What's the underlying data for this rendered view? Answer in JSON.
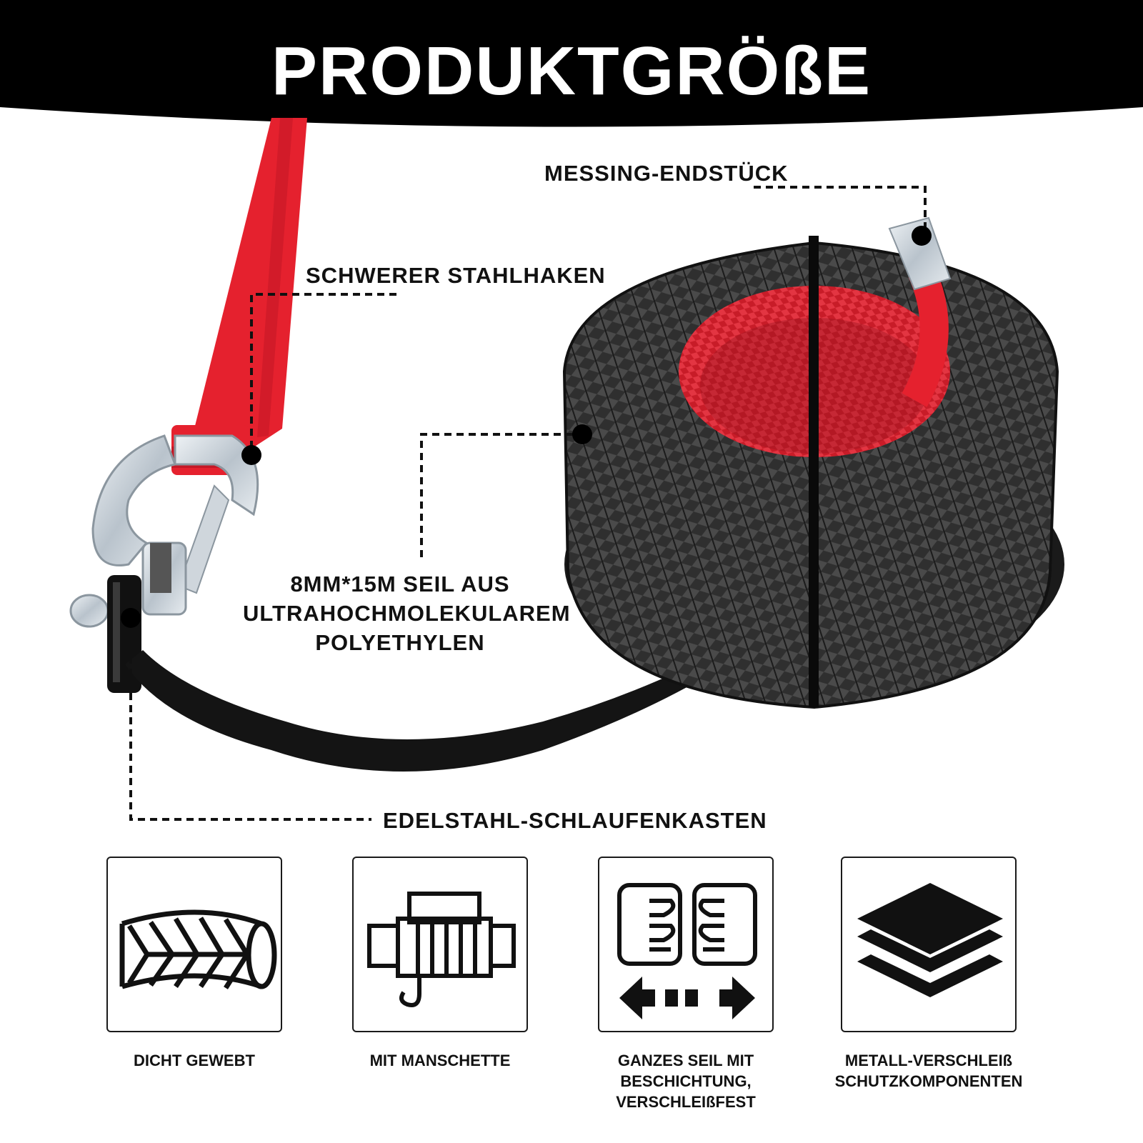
{
  "header": {
    "title": "PRODUKTGRÖßE"
  },
  "callouts": {
    "brass_end": "MESSING-ENDSTÜCK",
    "steel_hook": "SCHWERER STAHLHAKEN",
    "rope_lines": [
      "8MM*15M SEIL AUS",
      "ULTRAHOCHMOLEKULAREM",
      "POLYETHYLEN"
    ],
    "thimble": "EDELSTAHL-SCHLAUFENKASTEN"
  },
  "features": [
    {
      "icon": "braided-rope-icon",
      "lines": [
        "DICHT GEWEBT"
      ]
    },
    {
      "icon": "winch-drum-icon",
      "lines": [
        "MIT MANSCHETTE"
      ]
    },
    {
      "icon": "stretch-coating-icon",
      "lines": [
        "GANZES SEIL MIT",
        "BESCHICHTUNG,",
        "VERSCHLEIßFEST"
      ]
    },
    {
      "icon": "layers-icon",
      "lines": [
        "METALL-VERSCHLEIß",
        "SCHUTZKOMPONENTEN"
      ]
    }
  ],
  "colors": {
    "strap_red": "#e5212e",
    "rope_black": "#2b2b2b",
    "header_black": "#000000"
  }
}
